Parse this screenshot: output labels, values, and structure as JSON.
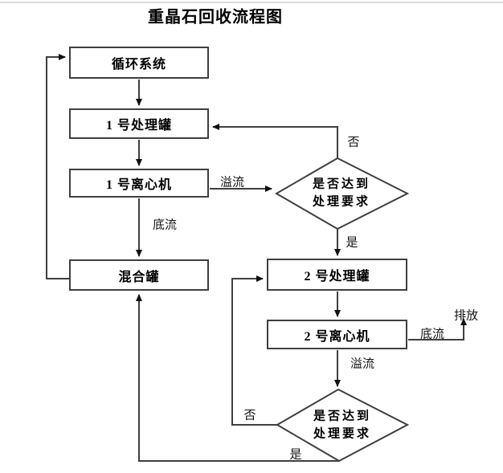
{
  "title": "重晶石回收流程图",
  "nodes": {
    "circulation": {
      "label": "循环系统"
    },
    "tank1": {
      "label": "1 号处理罐"
    },
    "centrifuge1": {
      "label": "1 号离心机"
    },
    "mixing": {
      "label": "混合罐"
    },
    "decision1": {
      "label": "是否达到\n处理要求"
    },
    "tank2": {
      "label": "2 号处理罐"
    },
    "centrifuge2": {
      "label": "2 号离心机"
    },
    "decision2": {
      "label": "是否达到\n处理要求"
    }
  },
  "edge_labels": {
    "overflow1": "溢流",
    "underflow1": "底流",
    "no1": "否",
    "yes1": "是",
    "underflow2": "底流",
    "discharge": "排放",
    "overflow2": "溢流",
    "no2": "否",
    "yes2": "是"
  },
  "colors": {
    "line": "#3f3f3f",
    "arrowhead": "#111111",
    "text": "#000000",
    "background": "#ffffff",
    "top_border": "#d9d9d9"
  }
}
